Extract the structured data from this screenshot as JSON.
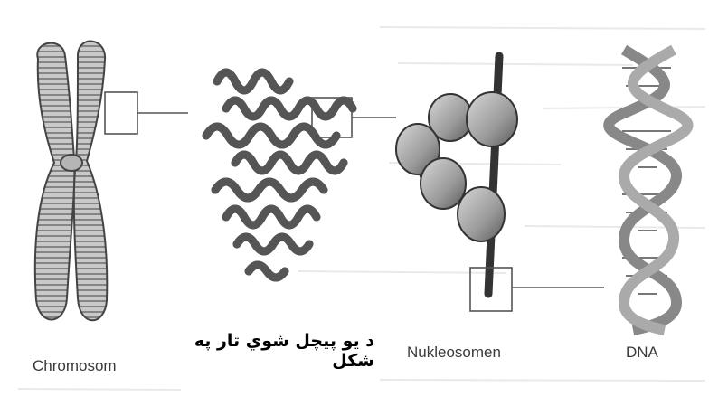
{
  "diagram": {
    "labels": {
      "chromosome": "Chromosom",
      "coiled_strand": "د يو پيچل شوي تار په شکل",
      "nucleosomes": "Nukleosomen",
      "dna": "DNA"
    }
  }
}
